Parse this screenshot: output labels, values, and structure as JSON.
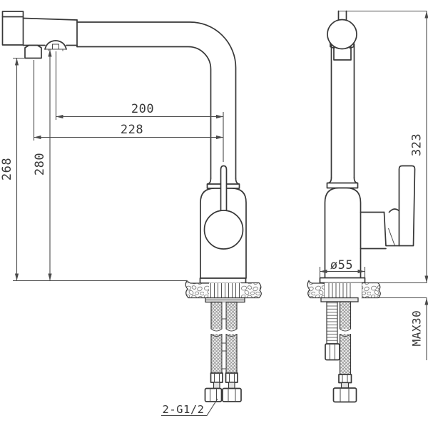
{
  "drawing": {
    "kind": "technical-drawing",
    "background_color": "#ffffff",
    "line_color": "#383838",
    "views": [
      {
        "id": "front-view"
      },
      {
        "id": "side-view"
      }
    ],
    "dimensions": {
      "outlet_reach": {
        "label": "200"
      },
      "spout_reach": {
        "label": "228"
      },
      "outlet_height_left": {
        "label": "268"
      },
      "outlet_height_right": {
        "label": "280"
      },
      "total_height": {
        "label": "323"
      },
      "base_diameter": {
        "label": "ø55"
      },
      "max_mount_thickness": {
        "label": "MAX30"
      },
      "supply_thread": {
        "label": "2-G1/2"
      }
    }
  }
}
